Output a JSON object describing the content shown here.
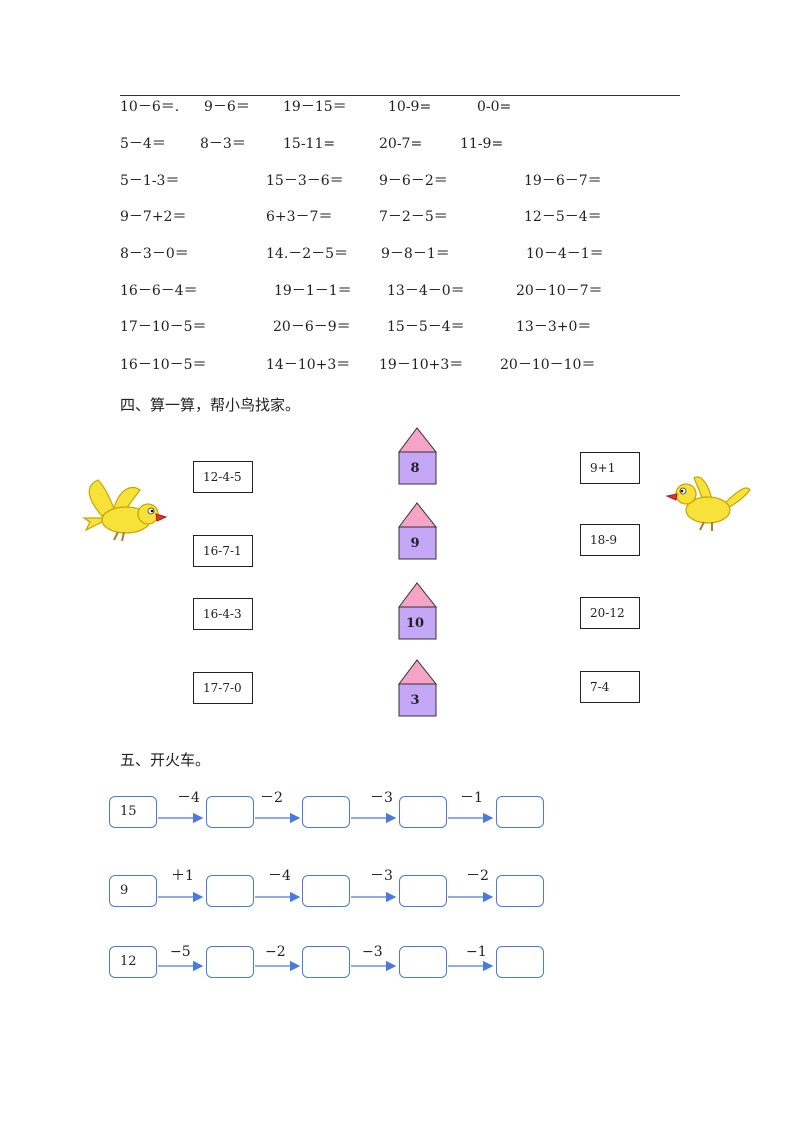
{
  "equations": [
    [
      "10－6＝.",
      "9－6＝",
      "19－15＝",
      "10-9=",
      "0-0="
    ],
    [
      "5－4＝",
      "8－3＝",
      "15-11=",
      "20-7=",
      "11-9="
    ],
    [
      "5－1-3＝",
      "15－3－6＝",
      "9－6－2＝",
      "19－6－7＝"
    ],
    [
      "9－7+2＝",
      "6+3－7＝",
      "7－2－5＝",
      "12－5－4＝"
    ],
    [
      "8－3－0＝",
      "14.－2－5＝",
      "9－8－1＝",
      "10－4－1＝"
    ],
    [
      "16－6－4＝",
      "19－1－1＝",
      "13－4－0＝",
      "20－10－7＝"
    ],
    [
      "17－10－5＝",
      "20－6－9＝",
      "15－5－4＝",
      "13－3+0＝"
    ],
    [
      "16－10－5＝",
      "14－10+3＝",
      "19－10+3＝",
      "20－10－10＝"
    ]
  ],
  "section4": {
    "title": "四、算一算，帮小鸟找家。",
    "left_boxes": [
      "12-4-5",
      "16-7-1",
      "16-4-3",
      "17-7-0"
    ],
    "houses": [
      "8",
      "9",
      "10",
      "3"
    ],
    "right_boxes": [
      "9+1",
      "18-9",
      "20-12",
      "7-4"
    ]
  },
  "section5": {
    "title": "五、开火车。",
    "trains": [
      {
        "start": "15",
        "ops": [
          "－4",
          "－2",
          "－3",
          "－1"
        ]
      },
      {
        "start": "9",
        "ops": [
          "＋1",
          "－4",
          "－3",
          "－2"
        ]
      },
      {
        "start": "12",
        "ops": [
          "−5",
          "−2",
          "−3",
          "−1"
        ]
      }
    ]
  },
  "colors": {
    "roof": "#f5a3c7",
    "house_body": "#c4a7f7",
    "train_border": "#4a7ae0",
    "bird_body": "#f7e23a"
  }
}
